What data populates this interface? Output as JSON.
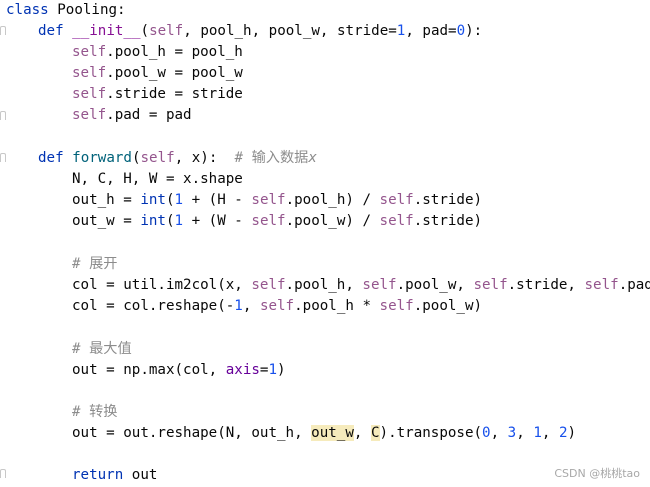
{
  "code": {
    "l1": {
      "kw": "class",
      "rest": " Pooling:"
    },
    "l2": {
      "kw": "def",
      "fn": "__init__",
      "open": "(",
      "self": "self",
      "rest": ", pool_h, pool_w, stride=",
      "n1": "1",
      "mid": ", pad=",
      "n2": "0",
      "close": "):"
    },
    "l3": {
      "self": "self",
      "rest": ".pool_h = pool_h"
    },
    "l4": {
      "self": "self",
      "rest": ".pool_w = pool_w"
    },
    "l5": {
      "self": "self",
      "rest": ".stride = stride"
    },
    "l6": {
      "self": "self",
      "rest": ".pad = pad"
    },
    "l8": {
      "kw": "def",
      "fn": "forward",
      "open": "(",
      "self": "self",
      "rest": ", x):  ",
      "cmt": "# ",
      "cmt_text": "输入数据",
      "cmt_tail": "x"
    },
    "l9": {
      "text": "N, C, H, W = x.shape"
    },
    "l10": {
      "a": "out_h = ",
      "int": "int",
      "b": "(",
      "n": "1",
      "c": " + (H - ",
      "self": "self",
      "d": ".pool_h) / ",
      "self2": "self",
      "e": ".stride)"
    },
    "l11": {
      "a": "out_w = ",
      "int": "int",
      "b": "(",
      "n": "1",
      "c": " + (W - ",
      "self": "self",
      "d": ".pool_w) / ",
      "self2": "self",
      "e": ".stride)"
    },
    "l13": {
      "cmt": "# ",
      "cmt_text": "展开"
    },
    "l14": {
      "a": "col = util.im2col(x, ",
      "s1": "self",
      "b": ".pool_h, ",
      "s2": "self",
      "c": ".pool_w, ",
      "s3": "self",
      "d": ".stride, ",
      "s4": "self",
      "e": ".pad)"
    },
    "l15": {
      "a": "col = col.reshape(-",
      "n": "1",
      "b": ", ",
      "s1": "self",
      "c": ".pool_h * ",
      "s2": "self",
      "d": ".pool_w)"
    },
    "l17": {
      "cmt": "# ",
      "cmt_text": "最大值"
    },
    "l18": {
      "a": "out = np.max(col, ",
      "kwarg": "axis",
      "b": "=",
      "n": "1",
      "c": ")"
    },
    "l20": {
      "cmt": "# ",
      "cmt_text": "转换"
    },
    "l21": {
      "a": "out = out.reshape(N, out_h, ",
      "hv": "out_w",
      "b": ", ",
      "hc": "C",
      "c": ").transpose(",
      "n0": "0",
      "d": ", ",
      "n3": "3",
      "e": ", ",
      "n1": "1",
      "f": ", ",
      "n2": "2",
      "g": ")"
    },
    "l23": {
      "kw": "return",
      "rest": " out"
    }
  },
  "watermark": "CSDN @桃桃tao"
}
